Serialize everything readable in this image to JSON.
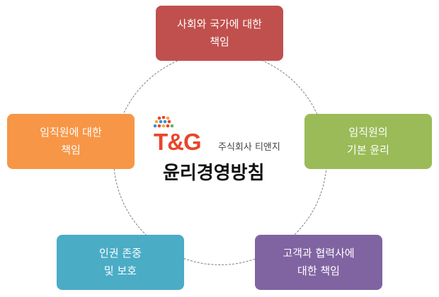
{
  "logo": {
    "brand": "T&G",
    "company": "주식회사 티앤지"
  },
  "title": "윤리경영방침",
  "items": [
    {
      "line1": "사회와 국가에 대한",
      "line2": "책임",
      "color": "#c0504d"
    },
    {
      "line1": "임직원의",
      "line2": "기본 윤리",
      "color": "#9bbb59"
    },
    {
      "line1": "고객과 협력사에",
      "line2": "대한 책임",
      "color": "#8064a2"
    },
    {
      "line1": "인권 존중",
      "line2": "및 보호",
      "color": "#4bacc6"
    },
    {
      "line1": "임직원에 대한",
      "line2": "책임",
      "color": "#f79646"
    }
  ]
}
